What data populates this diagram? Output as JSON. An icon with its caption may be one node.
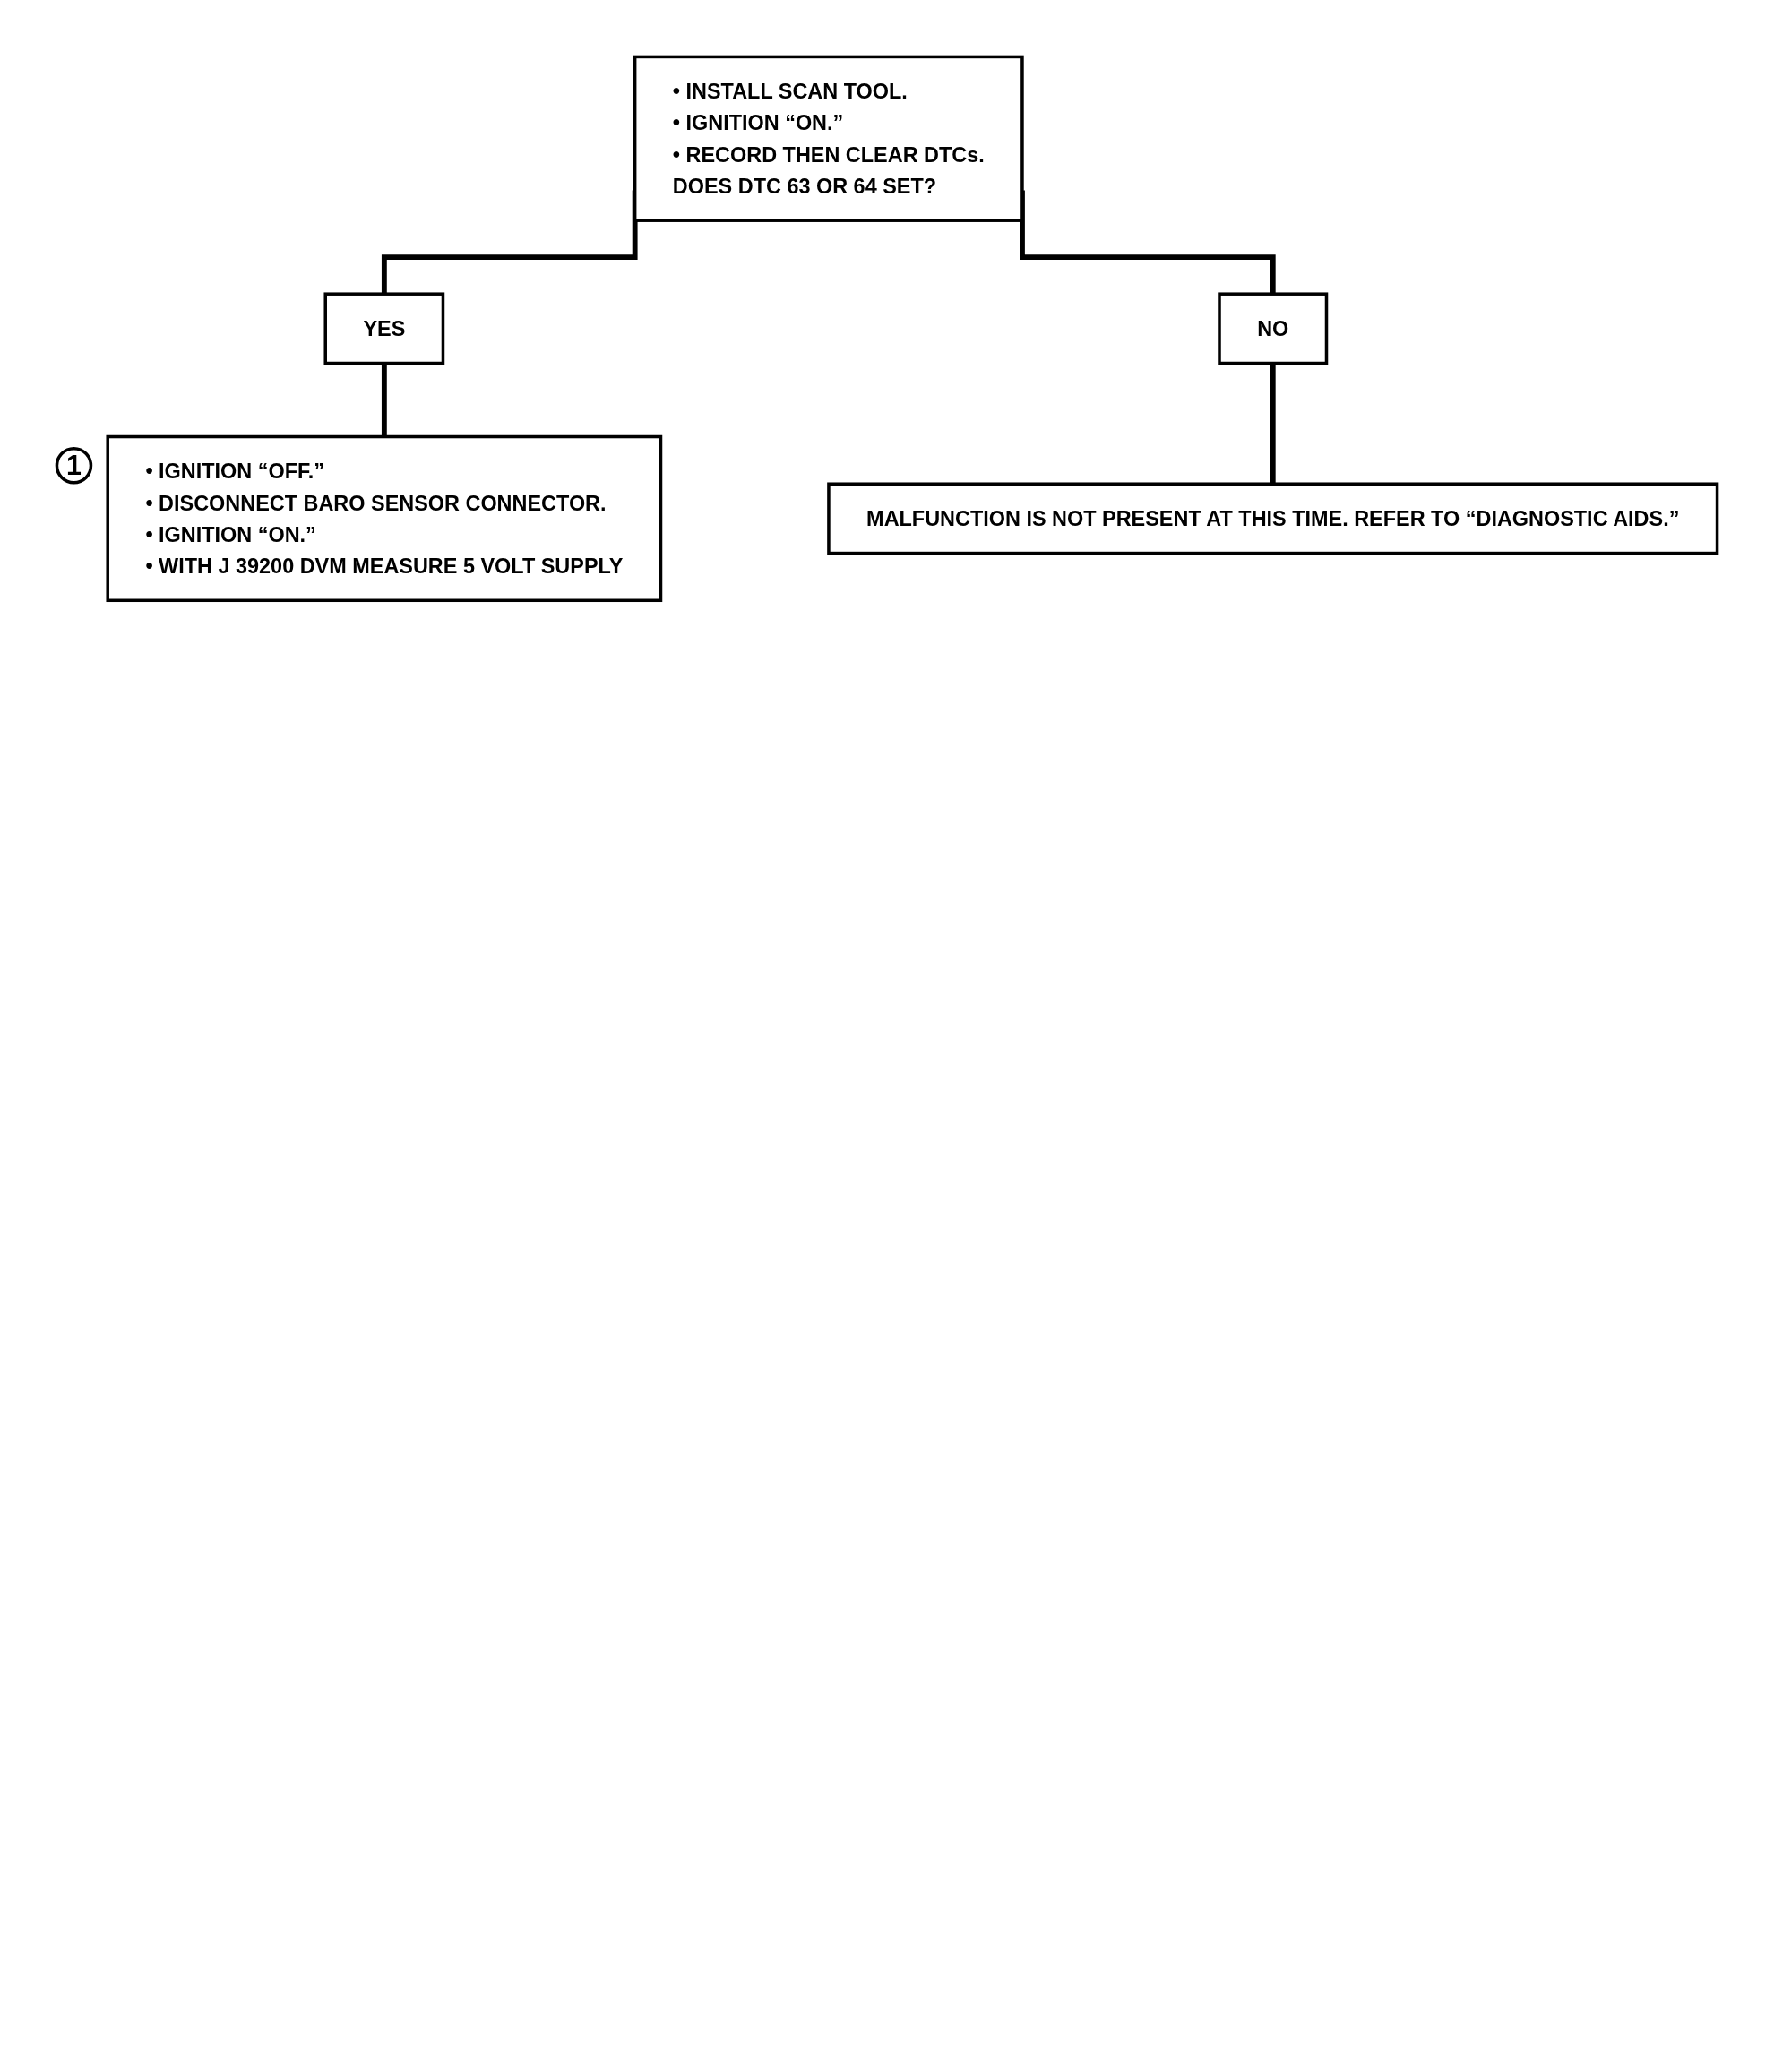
{
  "diagram": {
    "nodes": [
      {
        "text": [
          "• INSTALL SCAN TOOL.",
          "• IGNITION “ON.”",
          "• RECORD THEN CLEAR DTCs.",
          "DOES DTC 63 OR 64 SET?"
        ]
      },
      {
        "text": [
          "YES"
        ]
      },
      {
        "text": [
          "NO"
        ]
      },
      {
        "text": [
          "1"
        ]
      },
      {
        "text": [
          "• IGNITION “OFF.”",
          "• DISCONNECT BARO SENSOR CONNECTOR.",
          "• IGNITION “ON.”",
          "• WITH J 39200 DVM MEASURE 5 VOLT SUPPLY"
        ]
      },
      {
        "text": [
          "MALFUNCTION IS NOT PRESENT AT THIS TIME. REFER TO “DIAGNOSTIC AIDS.”"
        ]
      }
    ],
    "edges": [
      {
        "from": 0,
        "to": 1,
        "arrow": "none"
      },
      {
        "from": 0,
        "to": 2,
        "arrow": "none"
      },
      {
        "from": 1,
        "to": 4,
        "arrow": "none"
      },
      {
        "from": 2,
        "to": 5,
        "arrow": "none"
      }
    ]
  }
}
